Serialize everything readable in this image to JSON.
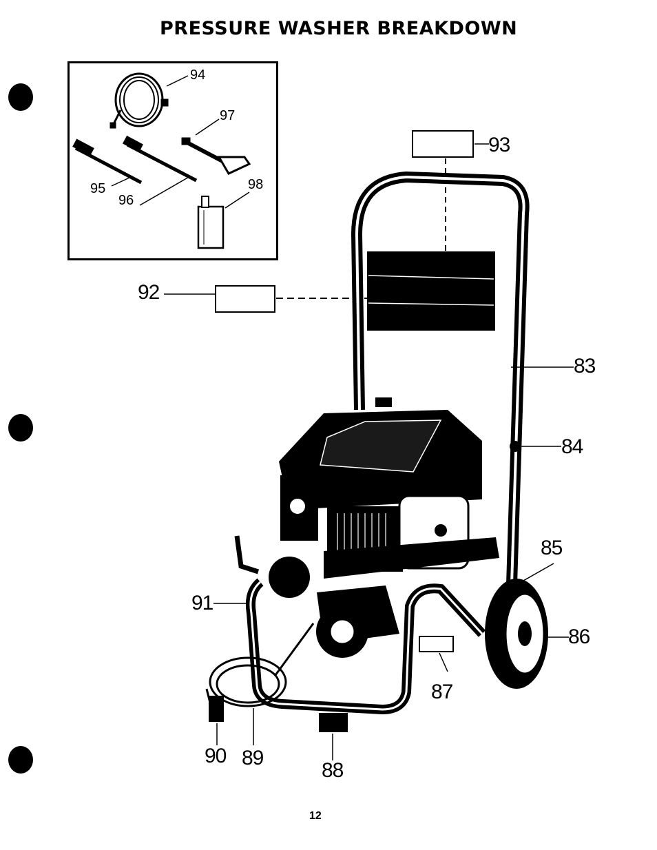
{
  "title": "PRESSURE WASHER BREAKDOWN",
  "page_number": "12",
  "callouts": {
    "c83": "83",
    "c84": "84",
    "c85": "85",
    "c86": "86",
    "c87": "87",
    "c88": "88",
    "c89": "89",
    "c90": "90",
    "c91": "91",
    "c92": "92",
    "c93": "93",
    "c94": "94",
    "c95": "95",
    "c96": "96",
    "c97": "97",
    "c98": "98"
  },
  "icons": {
    "binder_hole": "black-circle",
    "accessory_hose": "coiled-hose-icon",
    "oil_bottle": "bottle-icon",
    "spray_gun": "spray-gun-icon"
  },
  "colors": {
    "ink": "#000000",
    "paper": "#ffffff"
  }
}
